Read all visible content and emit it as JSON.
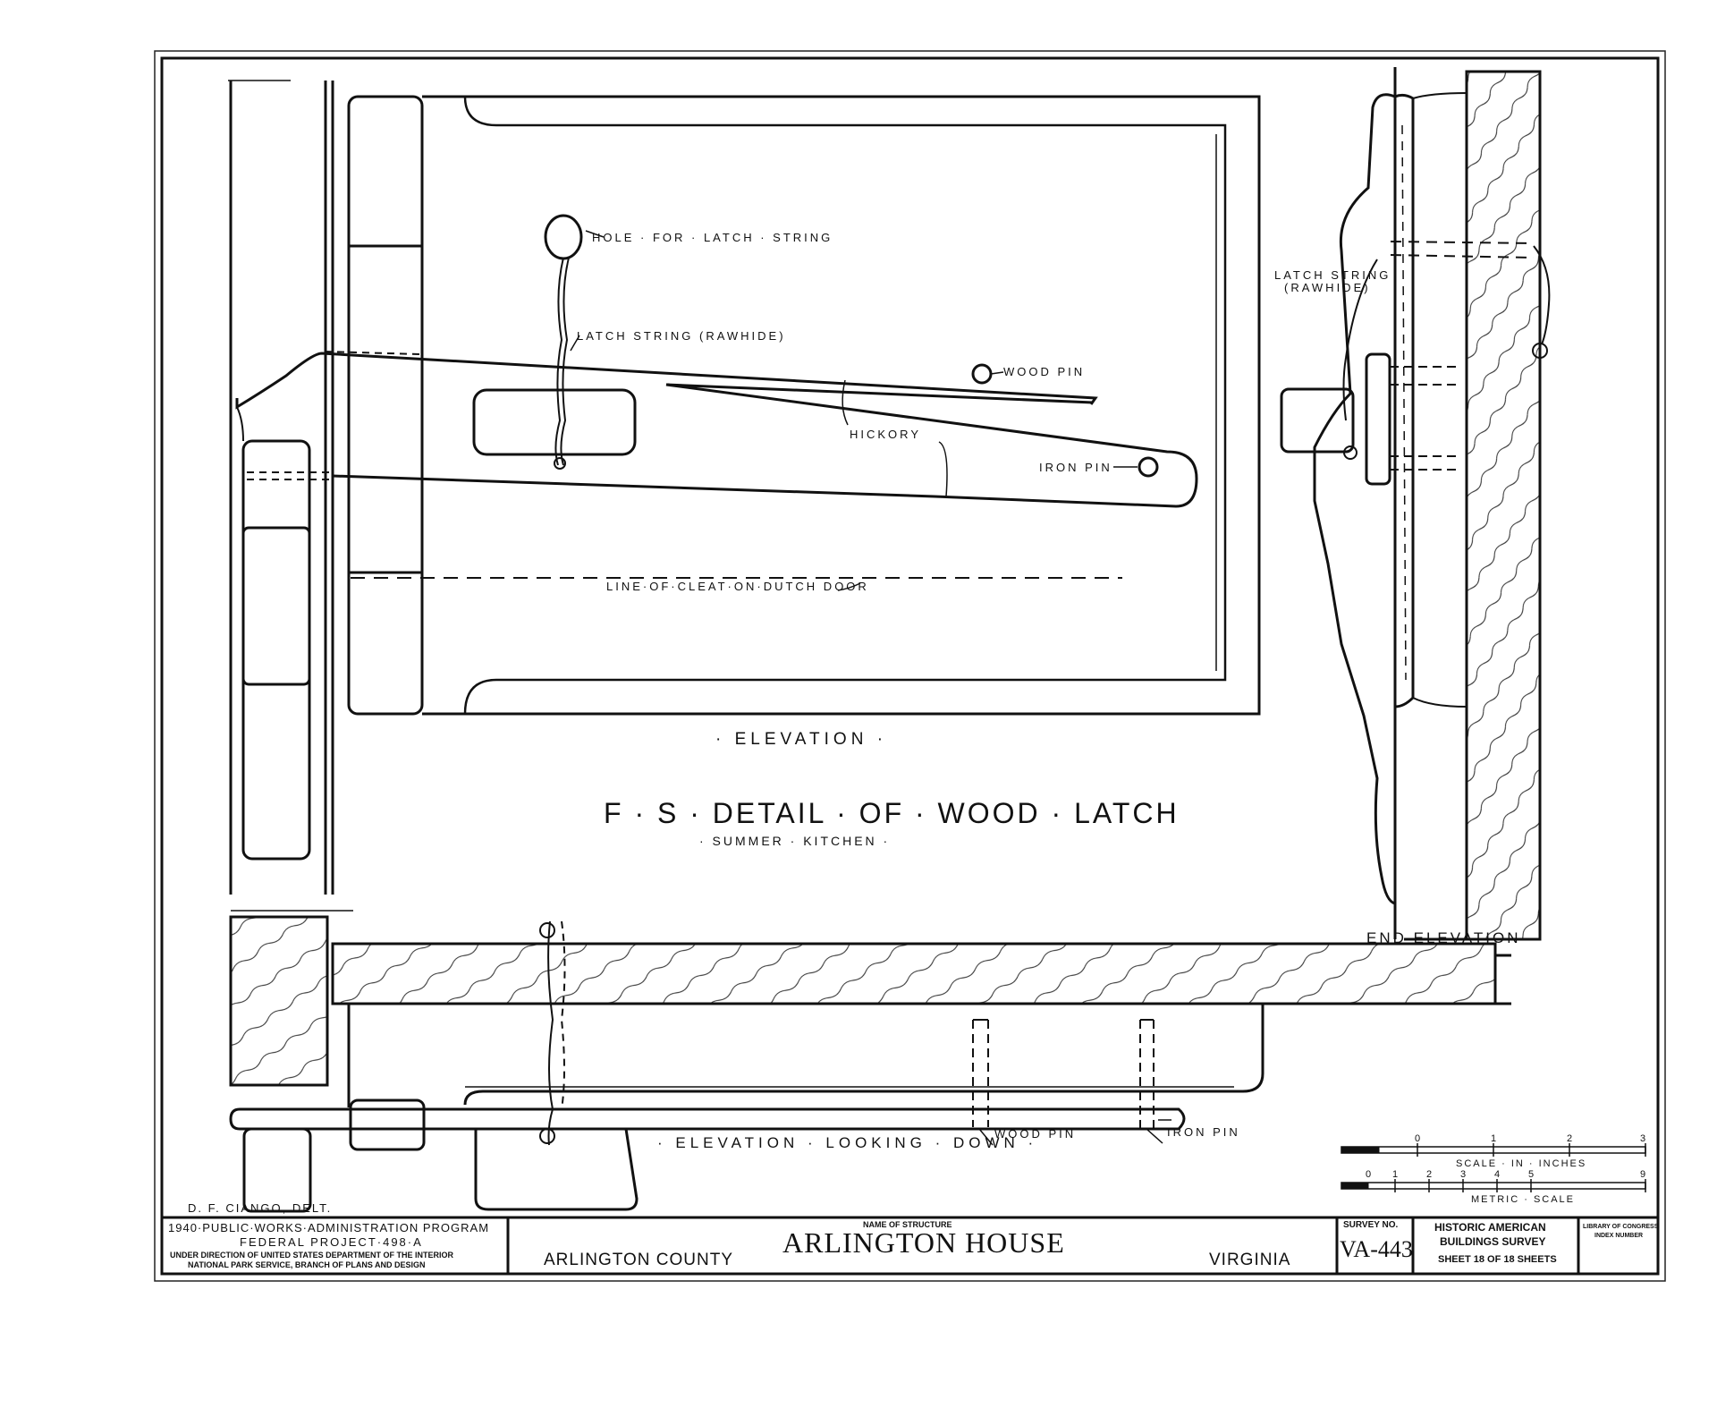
{
  "drawing": {
    "labels": {
      "hole": "HOLE · FOR · LATCH · STRING",
      "latch_string": "LATCH STRING (RAWHIDE)",
      "wood_pin": "WOOD PIN",
      "hickory": "HICKORY",
      "iron_pin": "IRON PIN",
      "cleat_line": "LINE·OF·CLEAT·ON·DUTCH DOOR",
      "end_latch_string_1": "LATCH STRING",
      "end_latch_string_2": "(RAWHIDE)",
      "bottom_wood_pin": "WOOD PIN",
      "bottom_iron_pin": "IRON PIN"
    },
    "view_titles": {
      "elevation": "· ELEVATION ·",
      "end_elevation": "END ELEVATION",
      "elevation_looking_down": "· ELEVATION · LOOKING · DOWN ·"
    },
    "main_title": "F · S · DETAIL · OF · WOOD · LATCH",
    "subtitle": "· SUMMER · KITCHEN ·",
    "scale_inches": {
      "label": "SCALE · IN · INCHES",
      "ticks": [
        "0",
        "1",
        "2",
        "3"
      ]
    },
    "scale_metric": {
      "label": "METRIC · SCALE",
      "ticks": [
        "0",
        "1",
        "2",
        "3",
        "4",
        "5",
        "9"
      ]
    }
  },
  "title_block": {
    "delineator": "D. F. CIANGO, DELT.",
    "program": "1940·PUBLIC·WORKS·ADMINISTRATION PROGRAM",
    "project": "FEDERAL PROJECT·498·A",
    "direction_1": "UNDER DIRECTION OF UNITED STATES DEPARTMENT OF THE INTERIOR",
    "direction_2": "NATIONAL PARK SERVICE, BRANCH OF PLANS AND DESIGN",
    "name_label": "NAME OF STRUCTURE",
    "structure_name": "ARLINGTON HOUSE",
    "county": "ARLINGTON COUNTY",
    "state": "VIRGINIA",
    "survey_label": "SURVEY NO.",
    "survey_no": "VA-443",
    "survey_org_1": "HISTORIC AMERICAN",
    "survey_org_2": "BUILDINGS SURVEY",
    "sheet": "SHEET 18 OF 18 SHEETS",
    "loc_1": "LIBRARY OF CONGRESS",
    "loc_2": "INDEX NUMBER"
  }
}
